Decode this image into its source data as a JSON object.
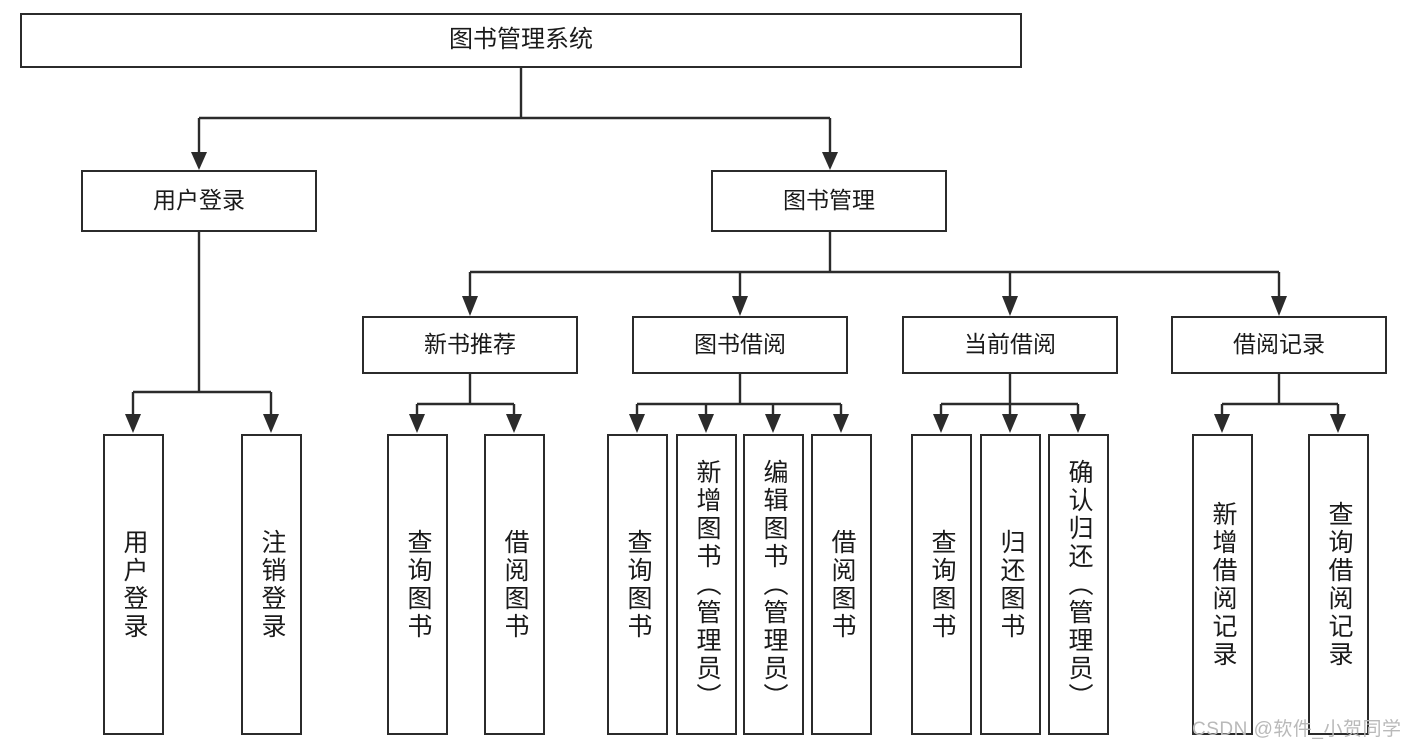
{
  "diagram": {
    "title": "图书管理系统",
    "type": "hierarchy-tree",
    "colors": {
      "stroke": "#2b2b2b",
      "fill": "#ffffff",
      "text": "#1a1a1a",
      "watermark": "#b9b9b9"
    },
    "root": {
      "label": "图书管理系统"
    },
    "level2": [
      {
        "label": "用户登录"
      },
      {
        "label": "图书管理"
      }
    ],
    "level3": [
      {
        "label": "新书推荐"
      },
      {
        "label": "图书借阅"
      },
      {
        "label": "当前借阅"
      },
      {
        "label": "借阅记录"
      }
    ],
    "leaves": {
      "user_login": [
        {
          "label": "用户登录"
        },
        {
          "label": "注销登录"
        }
      ],
      "new_book_recommend": [
        {
          "label": "查询图书"
        },
        {
          "label": "借阅图书"
        }
      ],
      "book_borrow": [
        {
          "label": "查询图书"
        },
        {
          "label": "新增图书（管理员）"
        },
        {
          "label": "编辑图书（管理员）"
        },
        {
          "label": "借阅图书"
        }
      ],
      "current_borrow": [
        {
          "label": "查询图书"
        },
        {
          "label": "归还图书"
        },
        {
          "label": "确认归还（管理员）"
        }
      ],
      "borrow_record": [
        {
          "label": "新增借阅记录"
        },
        {
          "label": "查询借阅记录"
        }
      ]
    }
  },
  "watermark": {
    "text": "CSDN @软件_小贺同学"
  }
}
